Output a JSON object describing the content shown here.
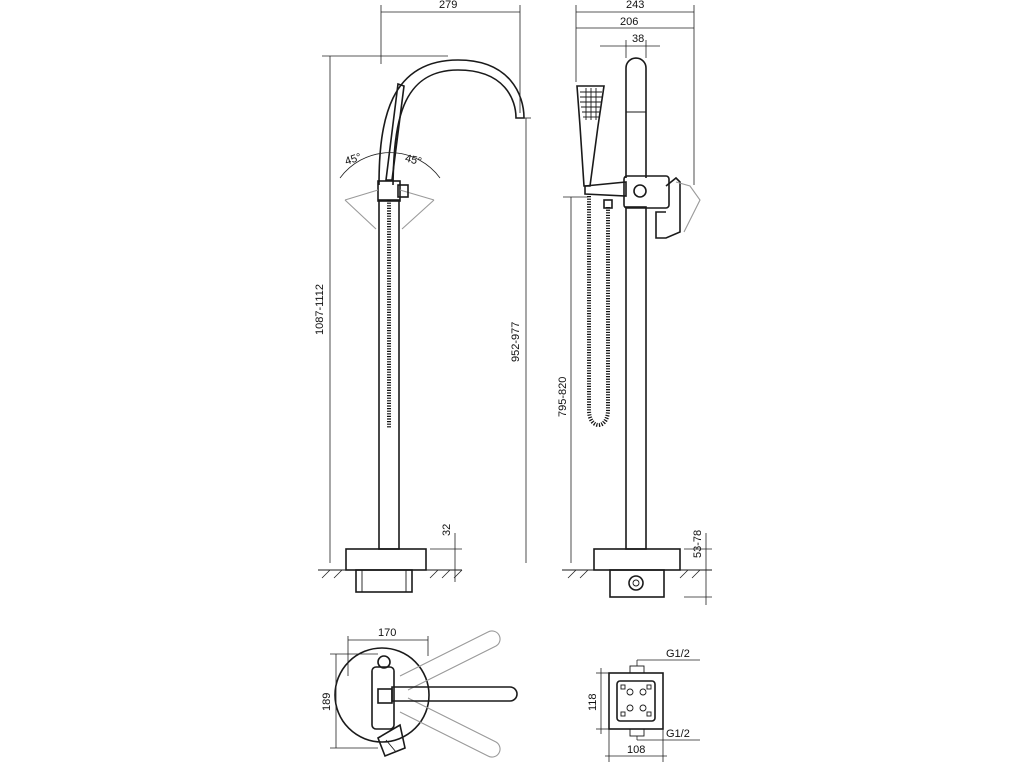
{
  "dimensions": {
    "front_width": "279",
    "front_total_height": "1087-1112",
    "front_spout_height": "952-977",
    "front_base_height": "32",
    "angle_left": "45°",
    "angle_right": "45°",
    "side_total_width": "243",
    "side_width": "206",
    "side_head_width": "38",
    "side_hose_height": "795-820",
    "side_base_height": "53-78",
    "top_width": "170",
    "top_height": "189",
    "plate_height": "118",
    "plate_width": "108",
    "thread_top": "G1/2",
    "thread_bottom": "G1/2"
  }
}
